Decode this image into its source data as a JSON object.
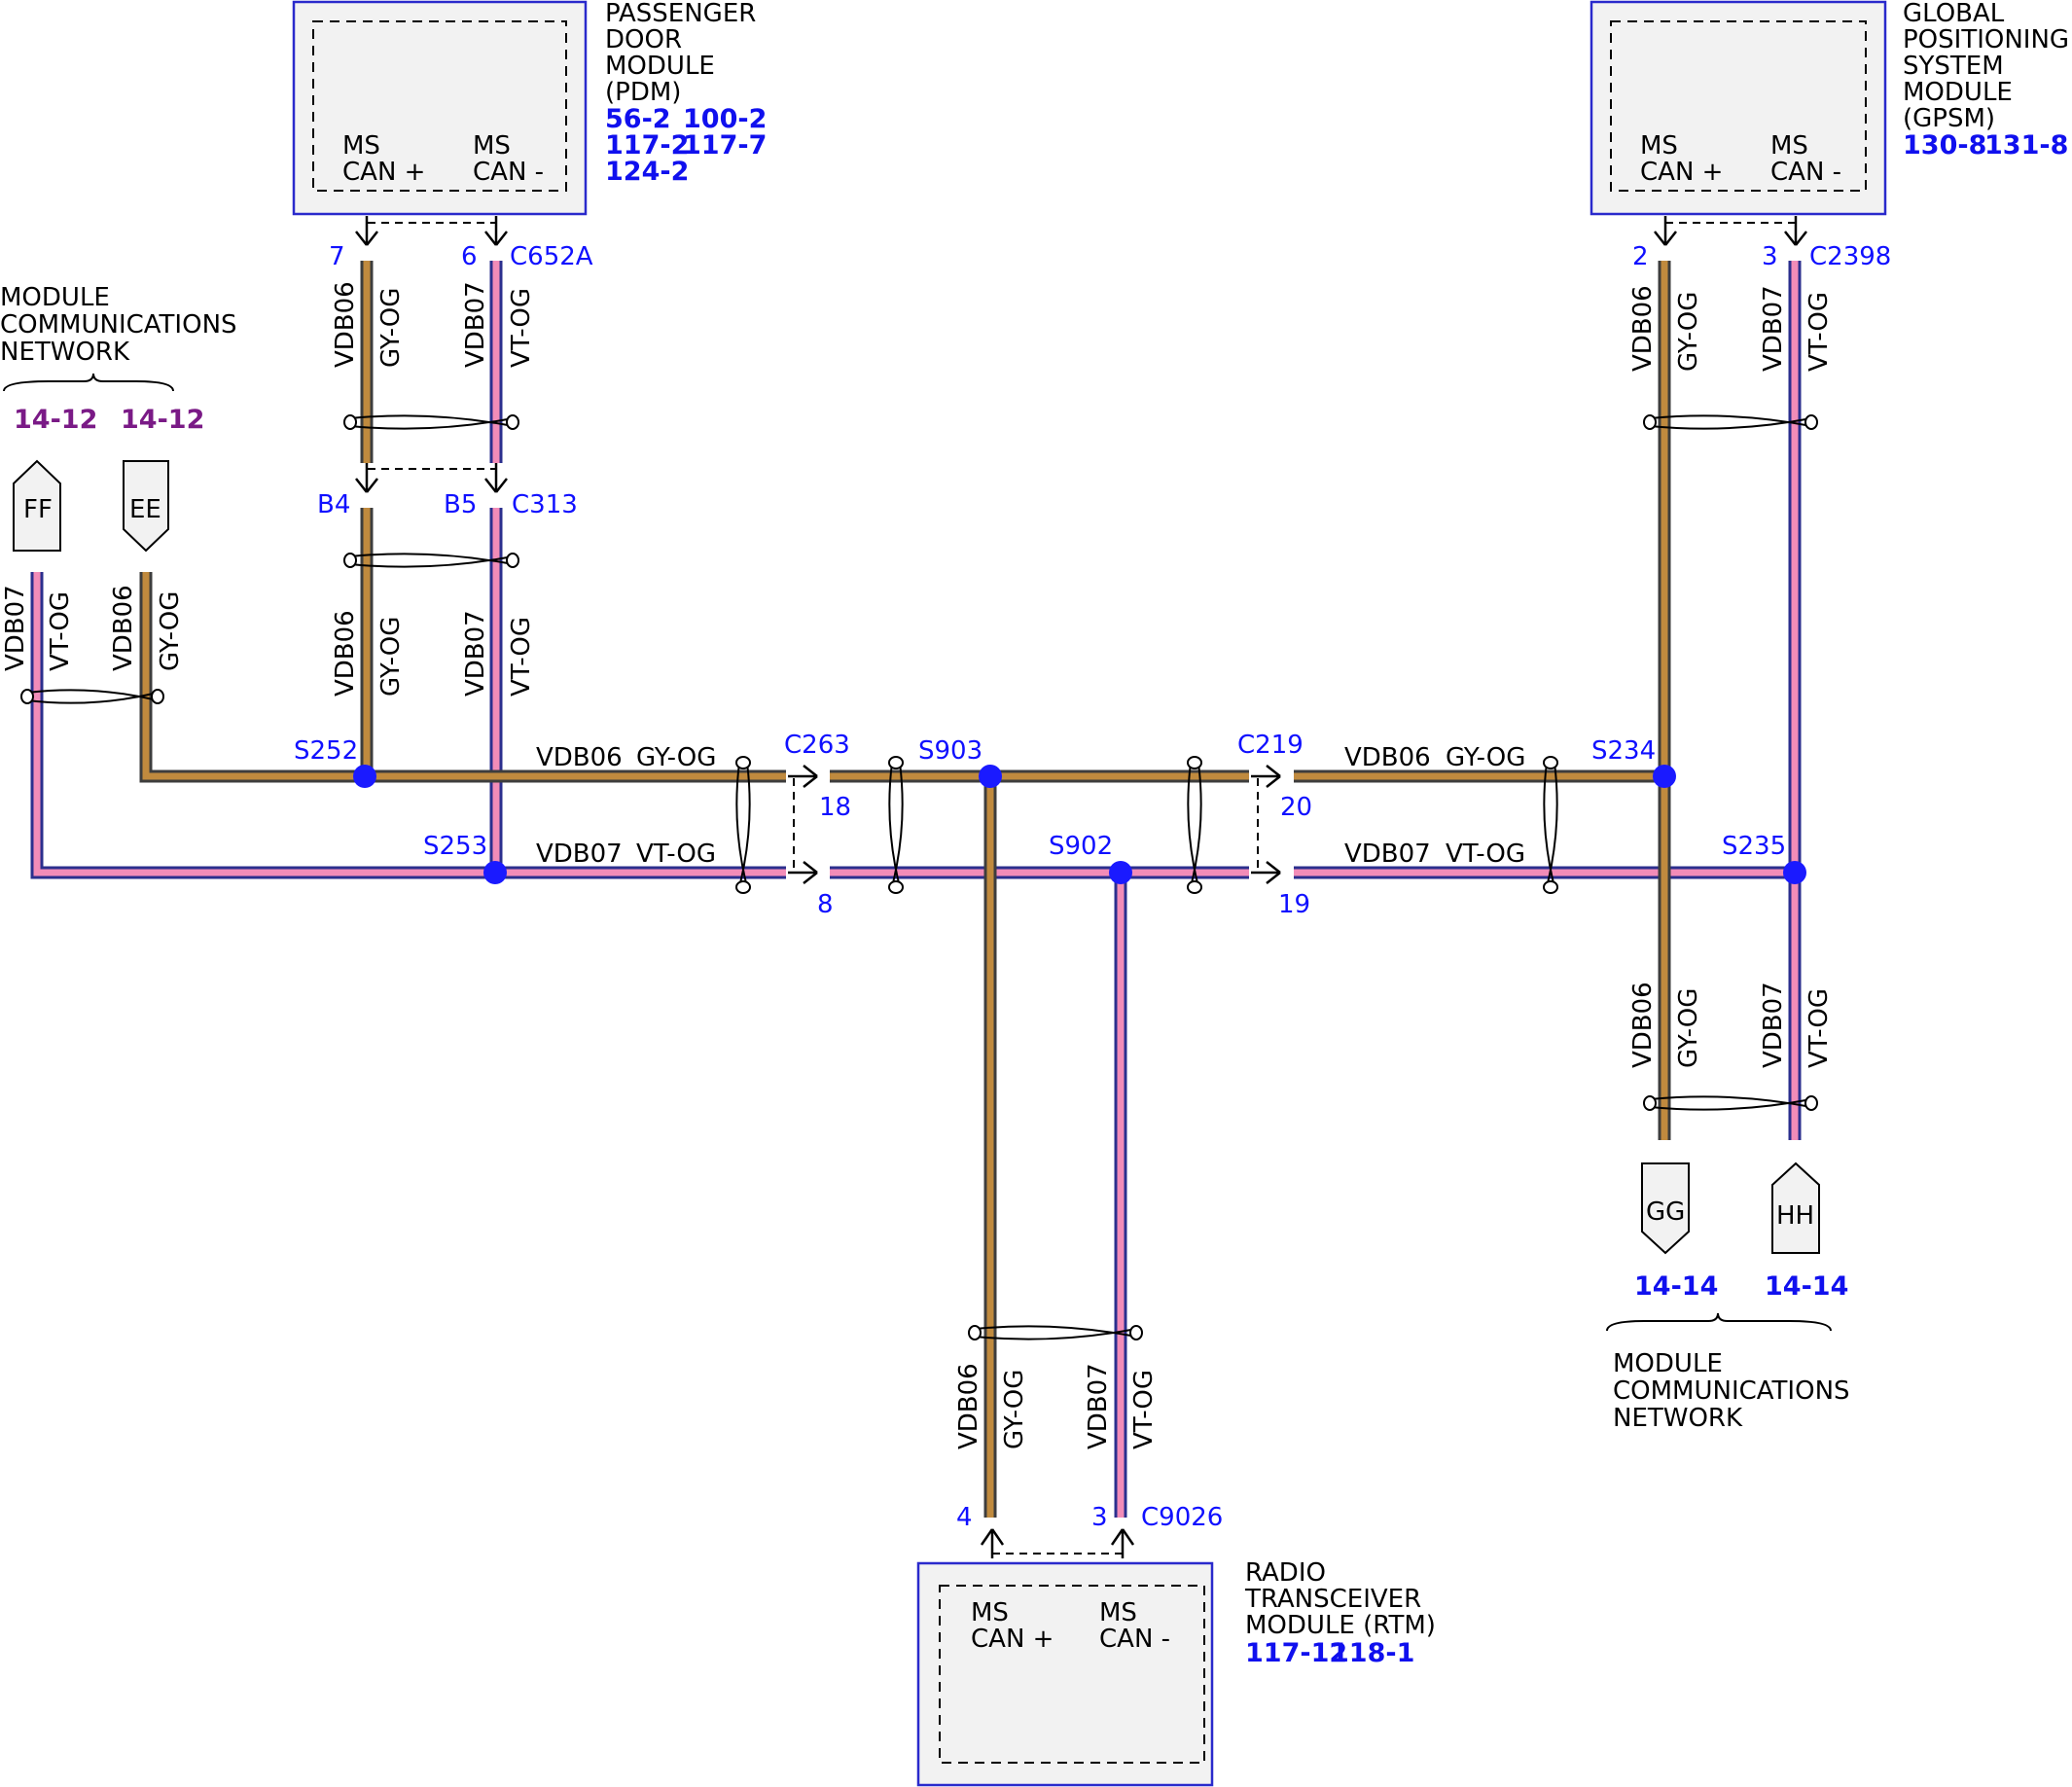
{
  "colors": {
    "wire_vdb06_outer": "#3d3d3d",
    "wire_vdb06_core": "#c08a3e",
    "wire_vdb07_outer": "#2b2f8e",
    "wire_vdb07_core": "#f28cb8",
    "splice": "#1a1aff",
    "module_border": "#2a2acc",
    "module_fill": "#f2f2f2",
    "ref_blue": "#1010ee",
    "ref_purple": "#7a1a86"
  },
  "modules": {
    "pdm": {
      "name_lines": [
        "PASSENGER",
        "DOOR",
        "MODULE",
        "(PDM)"
      ],
      "refs": [
        "56-2",
        "100-2",
        "117-2",
        "117-7",
        "124-2"
      ],
      "pin_plus": [
        "MS",
        "CAN +"
      ],
      "pin_minus": [
        "MS",
        "CAN -"
      ]
    },
    "gpsm": {
      "name_lines": [
        "GLOBAL",
        "POSITIONING",
        "SYSTEM",
        "MODULE",
        "(GPSM)"
      ],
      "refs": [
        "130-8",
        "131-8"
      ],
      "pin_plus": [
        "MS",
        "CAN +"
      ],
      "pin_minus": [
        "MS",
        "CAN -"
      ]
    },
    "rtm": {
      "name_lines": [
        "RADIO",
        "TRANSCEIVER",
        "MODULE (RTM)"
      ],
      "refs": [
        "117-12",
        "118-1"
      ],
      "pin_plus": [
        "MS",
        "CAN +"
      ],
      "pin_minus": [
        "MS",
        "CAN -"
      ]
    }
  },
  "network_left": {
    "lines": [
      "MODULE",
      "COMMUNICATIONS",
      "NETWORK"
    ],
    "refs": [
      "14-12",
      "14-12"
    ],
    "connectors": [
      "FF",
      "EE"
    ]
  },
  "network_right": {
    "lines": [
      "MODULE",
      "COMMUNICATIONS",
      "NETWORK"
    ],
    "refs": [
      "14-14",
      "14-14"
    ],
    "connectors": [
      "GG",
      "HH"
    ]
  },
  "connectors": {
    "c652a": {
      "name": "C652A",
      "pin_plus": "7",
      "pin_minus": "6"
    },
    "c313": {
      "name": "C313",
      "pin_plus": "B4",
      "pin_minus": "B5"
    },
    "c2398": {
      "name": "C2398",
      "pin_plus": "2",
      "pin_minus": "3"
    },
    "c263": {
      "name": "C263",
      "pin_plus": "18",
      "pin_minus": "8"
    },
    "c219": {
      "name": "C219",
      "pin_plus": "20",
      "pin_minus": "19"
    },
    "c9026": {
      "name": "C9026",
      "pin_plus": "4",
      "pin_minus": "3"
    }
  },
  "splices": {
    "s252": "S252",
    "s253": "S253",
    "s903": "S903",
    "s902": "S902",
    "s234": "S234",
    "s235": "S235"
  },
  "wires": {
    "plus_circuit": "VDB06",
    "plus_color": "GY-OG",
    "minus_circuit": "VDB07",
    "minus_color": "VT-OG"
  }
}
